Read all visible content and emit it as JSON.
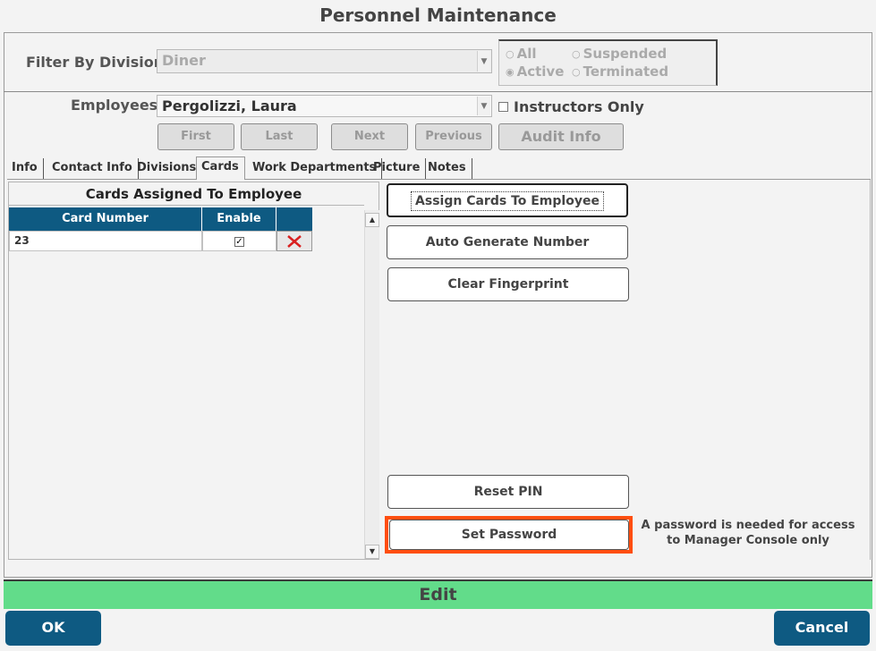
{
  "window": {
    "title": "Personnel Maintenance"
  },
  "filter": {
    "label": "Filter By Division",
    "division_value": "Diner",
    "status_options": [
      {
        "label": "All",
        "selected": false
      },
      {
        "label": "Suspended",
        "selected": false
      },
      {
        "label": "Active",
        "selected": true
      },
      {
        "label": "Terminated",
        "selected": false
      }
    ]
  },
  "employees": {
    "label": "Employees",
    "value": "Pergolizzi, Laura",
    "instructors_only_label": "Instructors Only",
    "instructors_only_checked": false
  },
  "nav": {
    "first": "First",
    "last": "Last",
    "next": "Next",
    "previous": "Previous",
    "audit_info": "Audit Info"
  },
  "tabs": [
    {
      "label": "Info",
      "active": false
    },
    {
      "label": "Contact Info",
      "active": false
    },
    {
      "label": "Divisions",
      "active": false
    },
    {
      "label": "Cards",
      "active": true
    },
    {
      "label": "Work Departments",
      "active": false
    },
    {
      "label": "Picture",
      "active": false
    },
    {
      "label": "Notes",
      "active": false
    }
  ],
  "cards": {
    "panel_title": "Cards Assigned To Employee",
    "columns": [
      "Card Number",
      "Enable",
      ""
    ],
    "rows": [
      {
        "card_number": "23",
        "enabled": true
      }
    ]
  },
  "actions": {
    "assign_cards": "Assign Cards To Employee",
    "auto_generate": "Auto Generate Number",
    "clear_fingerprint": "Clear Fingerprint",
    "reset_pin": "Reset PIN",
    "set_password": "Set Password",
    "password_note_line1": "A password is needed for access",
    "password_note_line2": "to Manager Console only"
  },
  "mode_bar": {
    "label": "Edit"
  },
  "footer": {
    "ok": "OK",
    "cancel": "Cancel"
  },
  "colors": {
    "header_blue": "#0e5a82",
    "edit_green": "#62dc8a",
    "highlight_orange": "#ff4e0f",
    "delete_red": "#d92020"
  }
}
